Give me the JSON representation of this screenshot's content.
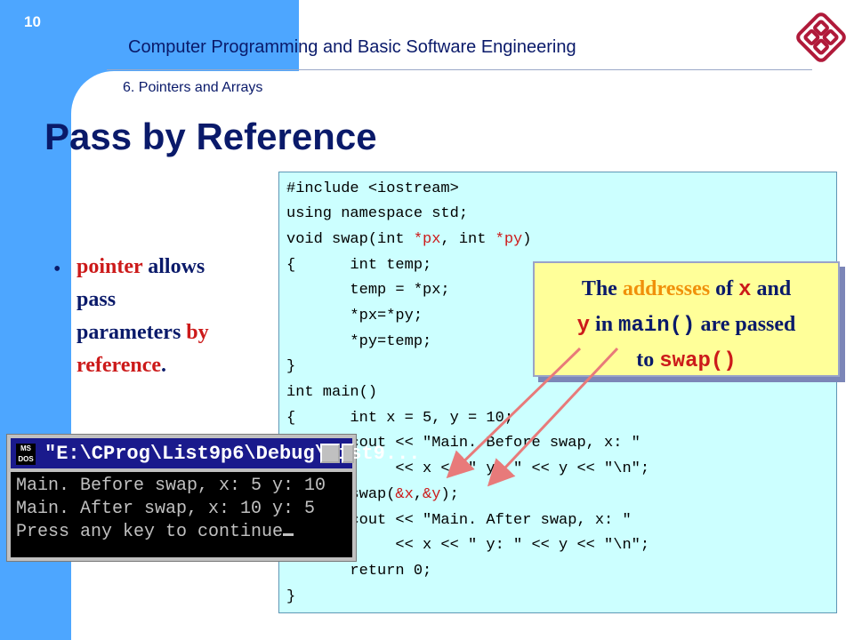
{
  "slide_number": "10",
  "course_title": "Computer Programming and Basic Software Engineering",
  "chapter": "6. Pointers and Arrays",
  "title": "Pass by Reference",
  "bullet": {
    "marker": "•",
    "w1": "pointer",
    "w2": " allows",
    "w3": "pass",
    "w4": "parameters ",
    "w5": "by",
    "w6": "reference",
    "w7": "."
  },
  "code": {
    "l1": "#include <iostream>",
    "l2": "using namespace std;",
    "l3a": "void swap(int ",
    "l3b": "*px",
    "l3c": ", int ",
    "l3d": "*py",
    "l3e": ")",
    "l4": "{      int temp;",
    "l5": "       temp = *px;",
    "l6": "       *px=*py;",
    "l7": "       *py=temp;",
    "l8": "}",
    "l9": "int main()",
    "l10": "{      int x = 5, y = 10;",
    "l11": "       cout << \"Main. Before swap, x: \"",
    "l12": "            << x << \" y: \" << y << \"\\n\";",
    "l13a": "       swap(",
    "l13b": "&x",
    "l13c": ",",
    "l13d": "&y",
    "l13e": ");",
    "l14": "       cout << \"Main. After swap, x: \"",
    "l15": "            << x << \" y: \" << y << \"\\n\";",
    "l16": "       return 0;",
    "l17": "}"
  },
  "console": {
    "icon_label": "MS\nDOS",
    "title": "\"E:\\CProg\\List9p6\\Debug\\List9...",
    "line1": "Main. Before swap, x: 5 y: 10",
    "line2": "Main. After swap, x: 10 y: 5",
    "line3": "Press any key to continue"
  },
  "callout": {
    "t1": "The ",
    "t2": "addresses",
    "t3": " of ",
    "t4": "x",
    "t5": " and",
    "t6": "y",
    "t7": " in ",
    "t8": "main()",
    "t9": " are passed",
    "t10": "to ",
    "t11": "swap()"
  },
  "colors": {
    "band": "#4da6ff",
    "code_bg": "#ccffff",
    "callout_bg": "#ffff99",
    "text_dark": "#0a1a6a",
    "highlight_red": "#cc1a1a",
    "highlight_orange": "#f0900a",
    "arrow": "#e87a7a"
  }
}
